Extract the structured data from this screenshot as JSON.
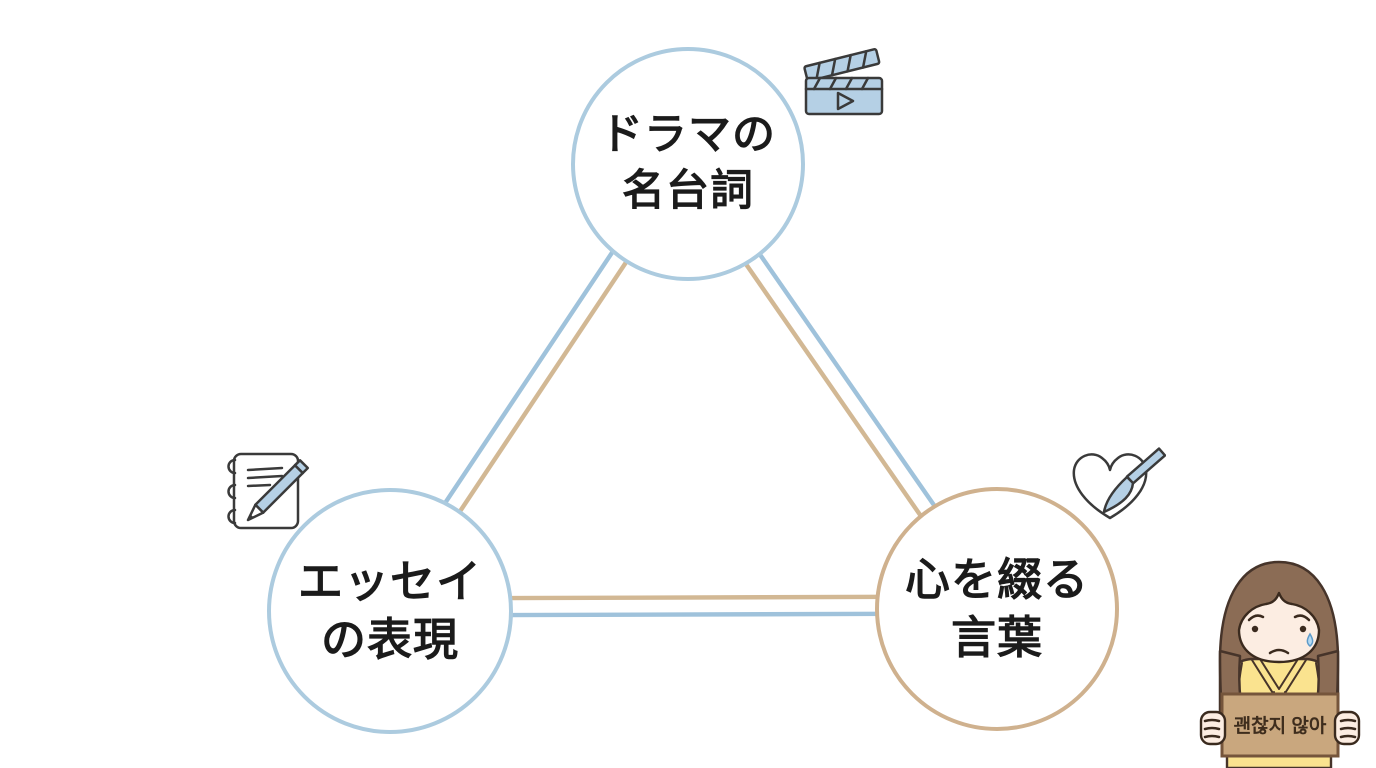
{
  "theme": {
    "edge-blue": "#9FC2DB",
    "edge-tan": "#D2B894",
    "node-blue": "#ACCBDF",
    "node-tan": "#CFB18E",
    "icon-blue": "#B5D0E5",
    "icon-outline": "#3A3A3A",
    "text-dark": "#1B1B1B",
    "hair": "#8B6C55",
    "outline-brown": "#46342A",
    "skin": "#FCEDE2",
    "hoodie": "#FAE38F",
    "sign-board": "#C9A77E",
    "sign-border": "#75553B",
    "sign-text": "#3E2D1D",
    "tear-fill": "#B5DAF2",
    "tear-stroke": "#5E9BC9"
  },
  "diagram": {
    "nodes": [
      {
        "id": "drama",
        "line1": "ドラマの",
        "line2": "名台詞",
        "icon": "clapperboard-icon",
        "border": "blue"
      },
      {
        "id": "essay",
        "line1": "エッセイ",
        "line2": "の表現",
        "icon": "notebook-pencil-icon",
        "border": "blue"
      },
      {
        "id": "heart-words",
        "line1": "心を綴る",
        "line2": "言葉",
        "icon": "heart-paintbrush-icon",
        "border": "tan"
      }
    ],
    "edges": [
      {
        "from": "drama",
        "to": "essay",
        "style": "double blue+tan"
      },
      {
        "from": "drama",
        "to": "heart-words",
        "style": "double blue+tan"
      },
      {
        "from": "essay",
        "to": "heart-words",
        "style": "double blue+tan"
      }
    ]
  },
  "character": {
    "description": "sad girl with brown bob hair and tear, yellow hoodie, holding cardboard sign",
    "sign_text": "괜찮지 않아"
  }
}
